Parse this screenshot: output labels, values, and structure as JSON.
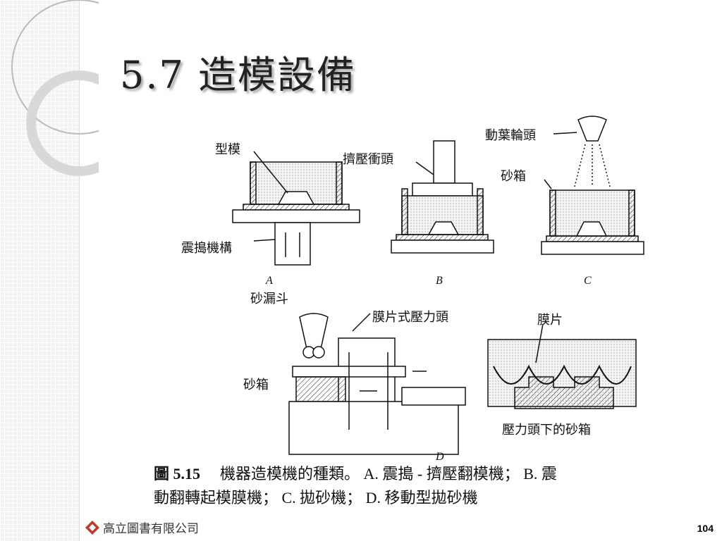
{
  "slide": {
    "title": "5.7 造模設備",
    "page_number": "104",
    "publisher": "高立圖書有限公司"
  },
  "figure": {
    "labels": {
      "pattern": "型模",
      "squeeze_head": "擠壓衝頭",
      "impeller_head": "動葉輪頭",
      "flask_c": "砂箱",
      "jolt_mechanism": "震搗機構",
      "hopper": "砂漏斗",
      "diaphragm_head": "膜片式壓力頭",
      "diaphragm": "膜片",
      "flask_d": "砂箱",
      "flask_under_head": "壓力頭下的砂箱"
    },
    "panel_letters": [
      "A",
      "B",
      "C",
      "D"
    ],
    "caption": {
      "number": "圖 5.15",
      "line1": "機器造模機的種類。 A. 震搗 - 擠壓翻模機； B. 震",
      "line2": "動翻轉起模膜機； C. 拋砂機； D. 移動型拋砂機"
    }
  }
}
